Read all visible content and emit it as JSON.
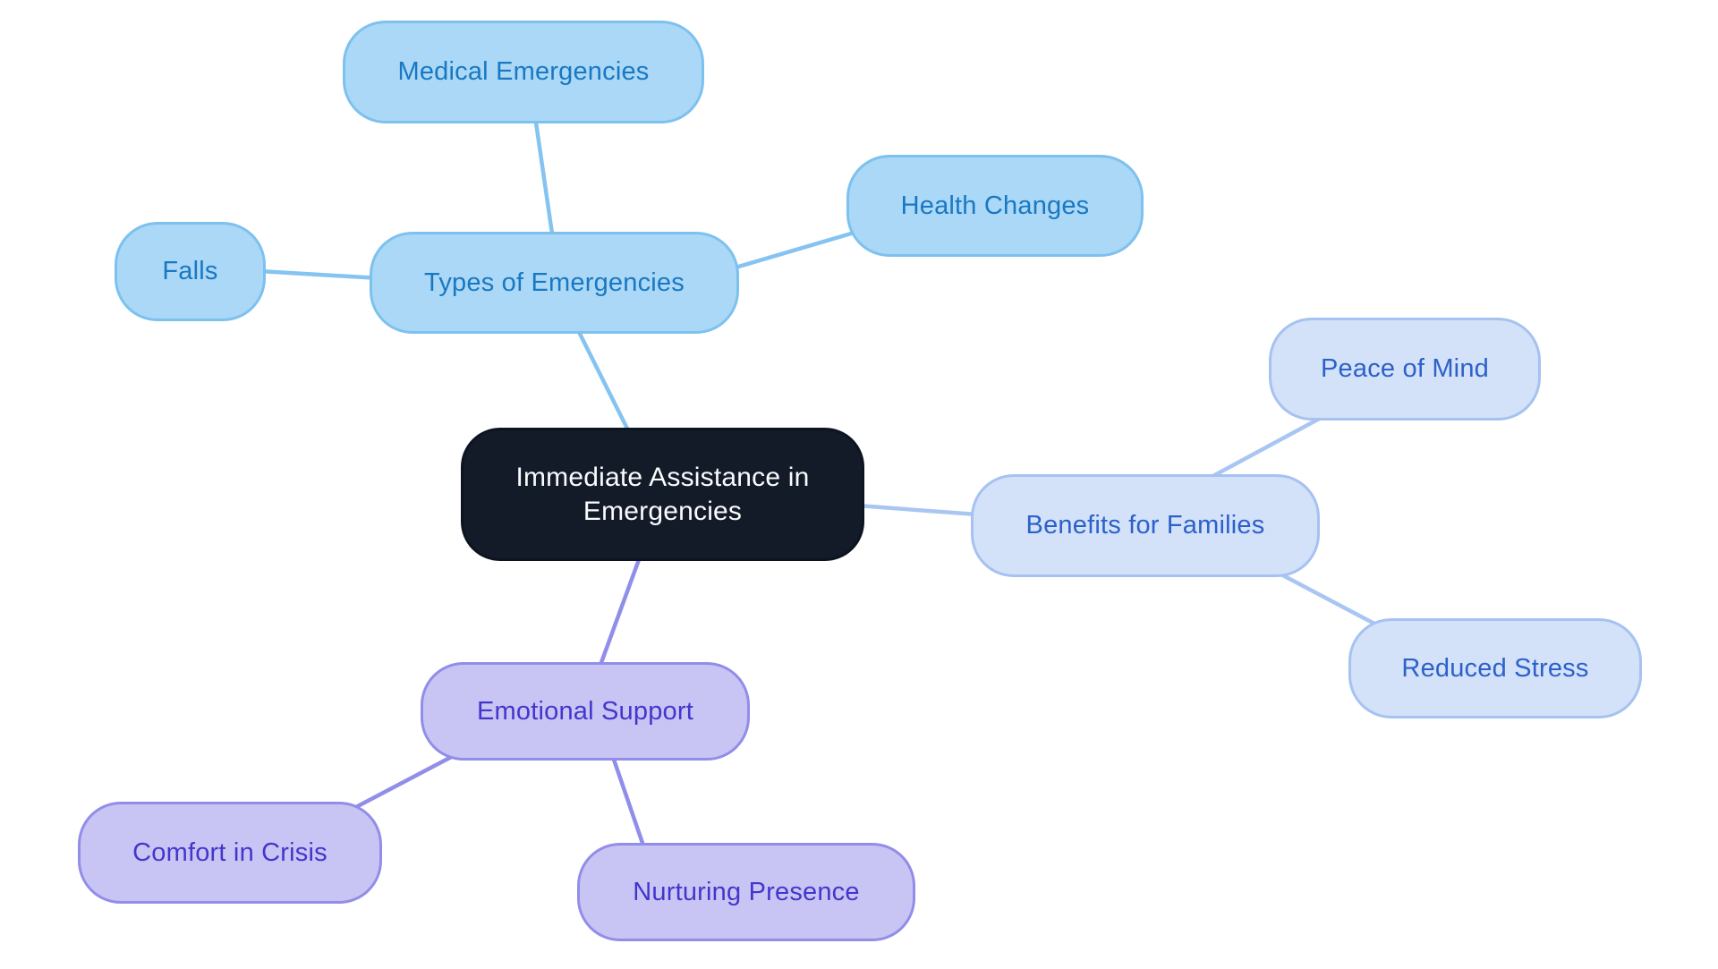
{
  "mindmap": {
    "type": "mindmap",
    "background_color": "#ffffff",
    "root": {
      "label": "Immediate Assistance in Emergencies",
      "fill": "#131b28",
      "text_color": "#fafbfd"
    },
    "branches": [
      {
        "label": "Types of Emergencies",
        "fill": "#aad8f6",
        "border_color": "#7dc1ee",
        "text_color": "#1a78c2",
        "edge_color": "#85c3f0",
        "children": [
          {
            "label": "Medical Emergencies"
          },
          {
            "label": "Falls"
          },
          {
            "label": "Health Changes"
          }
        ]
      },
      {
        "label": "Benefits for Families",
        "fill": "#d3e1f9",
        "border_color": "#a6c2f0",
        "text_color": "#2c61ca",
        "edge_color": "#a9c6f2",
        "children": [
          {
            "label": "Peace of Mind"
          },
          {
            "label": "Reduced Stress"
          }
        ]
      },
      {
        "label": "Emotional Support",
        "fill": "#c8c5f4",
        "border_color": "#918de9",
        "text_color": "#4336cc",
        "edge_color": "#918ee9",
        "children": [
          {
            "label": "Comfort in Crisis"
          },
          {
            "label": "Nurturing Presence"
          }
        ]
      }
    ]
  }
}
